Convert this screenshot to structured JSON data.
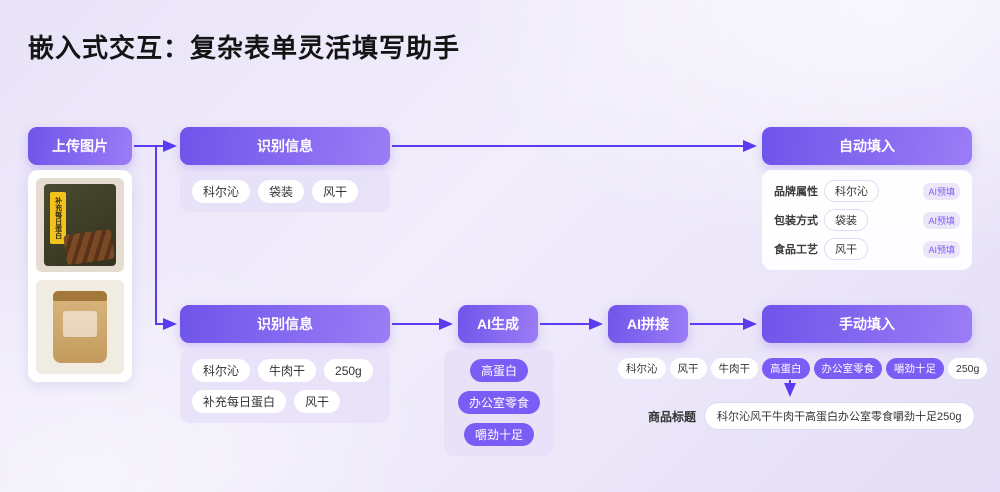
{
  "title": "嵌入式交互：复杂表单灵活填写助手",
  "colors": {
    "accent": "#7b5cf5",
    "arrow": "#5b3bf0",
    "button_gradient_start": "#6f54ea",
    "button_gradient_end": "#9b7df6"
  },
  "upload": {
    "button": "上传图片"
  },
  "product_images": {
    "pack_label": "补充每日蛋白"
  },
  "top_flow": {
    "recognize": {
      "label": "识别信息",
      "tags": [
        "科尔沁",
        "袋装",
        "风干"
      ]
    },
    "autofill": {
      "label": "自动填入",
      "fields": [
        {
          "name": "品牌属性",
          "value": "科尔沁",
          "badge": "AI预填"
        },
        {
          "name": "包装方式",
          "value": "袋装",
          "badge": "AI预填"
        },
        {
          "name": "食品工艺",
          "value": "风干",
          "badge": "AI预填"
        }
      ]
    }
  },
  "bottom_flow": {
    "recognize": {
      "label": "识别信息",
      "tags": [
        "科尔沁",
        "牛肉干",
        "250g",
        "补充每日蛋白",
        "风干"
      ]
    },
    "ai_generate": {
      "label": "AI生成",
      "tags": [
        "高蛋白",
        "办公室零食",
        "嚼劲十足"
      ]
    },
    "ai_concat": {
      "label": "AI拼接",
      "tags": [
        "科尔沁",
        "风干",
        "牛肉干",
        "高蛋白",
        "办公室零食",
        "嚼劲十足",
        "250g"
      ]
    },
    "manual_fill": {
      "label": "手动填入"
    },
    "result": {
      "label": "商品标题",
      "value": "科尔沁风干牛肉干高蛋白办公室零食嚼劲十足250g"
    }
  }
}
